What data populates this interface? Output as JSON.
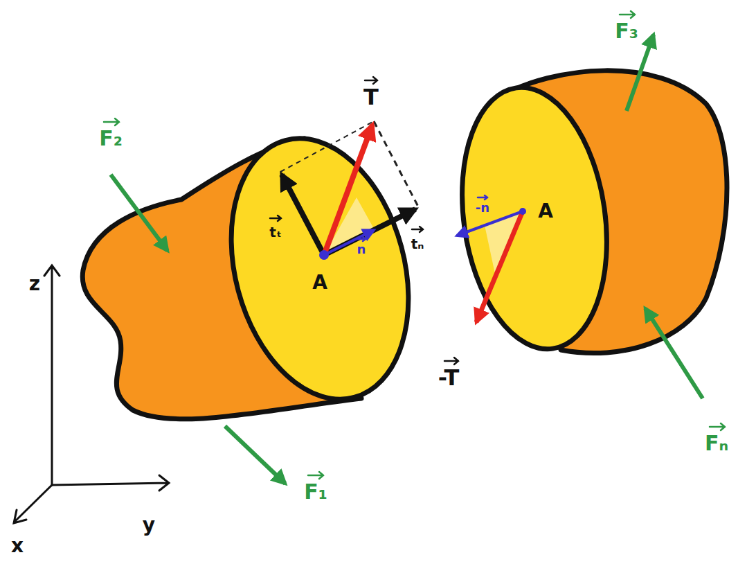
{
  "diagram": {
    "labels": [
      "F₂",
      "F₁",
      "F₃",
      "Fₙ",
      "T",
      "-T",
      "tₜ",
      "tₙ",
      "n",
      "-n",
      "A",
      "A",
      "z",
      "y",
      "x"
    ]
  }
}
